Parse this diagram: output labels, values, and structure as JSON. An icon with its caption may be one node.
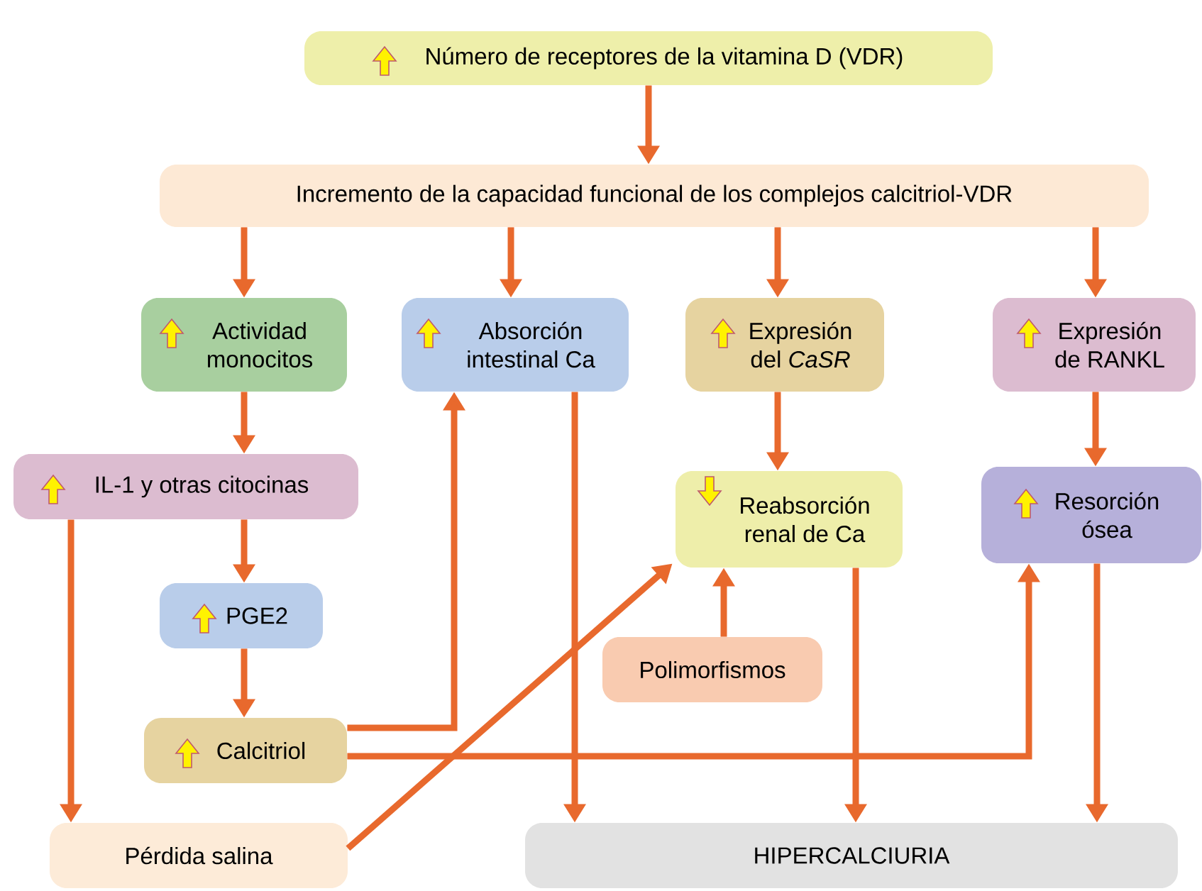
{
  "diagram": {
    "nodes": [
      {
        "text": [
          "Número de receptores de la vitamina D (VDR)"
        ]
      },
      {
        "text": [
          "Incremento de la capacidad funcional de los complejos calcitriol-VDR"
        ]
      },
      {
        "text": [
          "Actividad monocitos"
        ]
      },
      {
        "text": [
          "Absorción intestinal Ca"
        ]
      },
      {
        "text": [
          "Expresión del *CaSR*"
        ]
      },
      {
        "text": [
          "Expresión de RANKL"
        ]
      },
      {
        "text": [
          "IL-1 y otras citocinas"
        ]
      },
      {
        "text": [
          "Reabsorción renal de Ca"
        ]
      },
      {
        "text": [
          "Resorción ósea"
        ]
      },
      {
        "text": [
          "PGE2"
        ]
      },
      {
        "text": [
          "Polimorfismos"
        ]
      },
      {
        "text": [
          "Calcitriol"
        ]
      },
      {
        "text": [
          "Pérdida salina"
        ]
      },
      {
        "text": [
          "HIPERCALCIURIA"
        ]
      }
    ],
    "edges": [
      {
        "from": 0,
        "to": 1,
        "arrow": "to"
      },
      {
        "from": 1,
        "to": 2,
        "arrow": "to"
      },
      {
        "from": 1,
        "to": 3,
        "arrow": "to"
      },
      {
        "from": 1,
        "to": 4,
        "arrow": "to"
      },
      {
        "from": 1,
        "to": 5,
        "arrow": "to"
      },
      {
        "from": 2,
        "to": 6,
        "arrow": "to"
      },
      {
        "from": 6,
        "to": 9,
        "arrow": "to"
      },
      {
        "from": 9,
        "to": 11,
        "arrow": "to"
      },
      {
        "from": 6,
        "to": 12,
        "arrow": "to"
      },
      {
        "from": 11,
        "to": 3,
        "arrow": "to"
      },
      {
        "from": 11,
        "to": 8,
        "arrow": "to"
      },
      {
        "from": 3,
        "to": 13,
        "arrow": "to"
      },
      {
        "from": 4,
        "to": 7,
        "arrow": "to"
      },
      {
        "from": 5,
        "to": 8,
        "arrow": "to"
      },
      {
        "from": 10,
        "to": 7,
        "arrow": "to"
      },
      {
        "from": 12,
        "to": 7,
        "arrow": "to"
      },
      {
        "from": 7,
        "to": 13,
        "arrow": "to"
      },
      {
        "from": 8,
        "to": 13,
        "arrow": "to"
      }
    ]
  }
}
